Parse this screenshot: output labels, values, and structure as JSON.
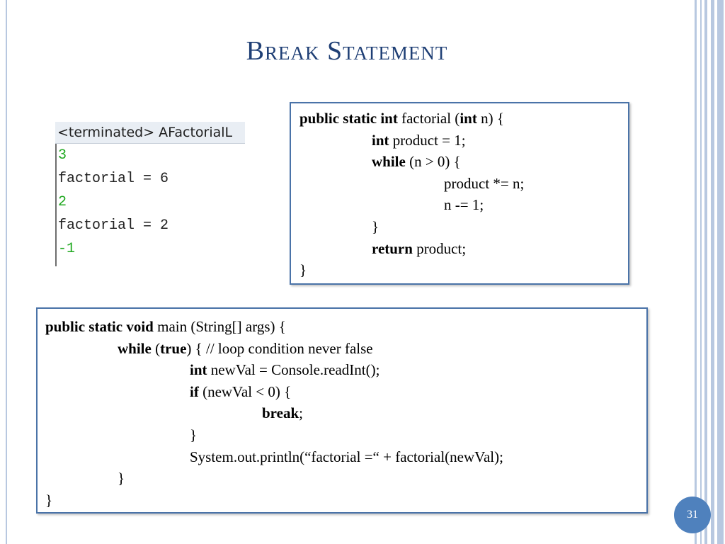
{
  "slide": {
    "title": "Break Statement",
    "number": "31"
  },
  "console": {
    "header": "<terminated> AFactorialL",
    "lines": [
      {
        "text": "3",
        "kind": "input"
      },
      {
        "text": "factorial = 6",
        "kind": "output"
      },
      {
        "text": "2",
        "kind": "input"
      },
      {
        "text": "factorial = 2",
        "kind": "output"
      },
      {
        "text": "-1",
        "kind": "input"
      }
    ]
  },
  "code_factorial": [
    {
      "indent": 0,
      "kw": "public static int",
      "rest": " factorial (",
      "kw2": "int",
      "rest2": " n) {"
    },
    {
      "indent": 1,
      "kw": "int",
      "rest": " product = 1;"
    },
    {
      "indent": 1,
      "kw": "while",
      "rest": " (n > 0) {"
    },
    {
      "indent": 2,
      "kw": "",
      "rest": "product *= n;"
    },
    {
      "indent": 2,
      "kw": "",
      "rest": "n -= 1;"
    },
    {
      "indent": 1,
      "kw": "",
      "rest": "}"
    },
    {
      "indent": 1,
      "kw": "return",
      "rest": " product;"
    },
    {
      "indent": 0,
      "kw": "",
      "rest": "}"
    }
  ],
  "code_main": [
    {
      "indent": 0,
      "kw": "public static void",
      "rest": " main (String[] args) {"
    },
    {
      "indent": 1,
      "kw": "while",
      "rest": " (",
      "kw2": "true",
      "rest2": ") { // loop condition never false"
    },
    {
      "indent": 2,
      "kw": "int",
      "rest": " newVal = Console.readInt();"
    },
    {
      "indent": 2,
      "kw": "if",
      "rest": " (newVal < 0) {"
    },
    {
      "indent": 3,
      "kw": "break",
      "rest": ";"
    },
    {
      "indent": 2,
      "kw": "",
      "rest": "}"
    },
    {
      "indent": 2,
      "kw": "",
      "rest": "System.out.println(“factorial =“ + factorial(newVal);"
    },
    {
      "indent": 1,
      "kw": "",
      "rest": "}"
    },
    {
      "indent": 0,
      "kw": "",
      "rest": "}"
    }
  ],
  "colors": {
    "accent": "#4f81bd",
    "title": "#1f3f75",
    "box_border": "#4a73a8",
    "console_input": "#20a820"
  }
}
